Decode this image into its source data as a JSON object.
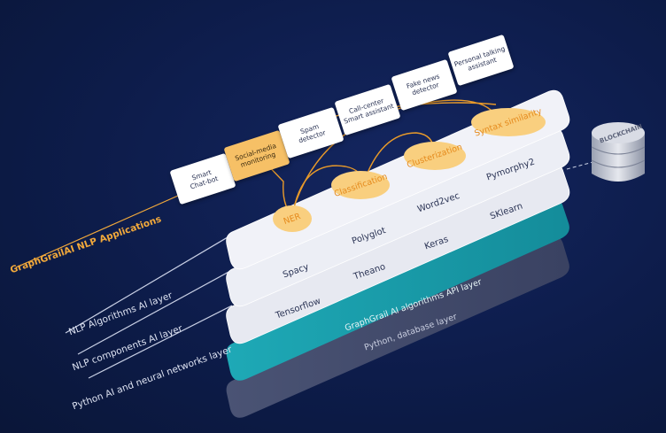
{
  "applications_title": "GraphGrailAI NLP Applications",
  "applications": [
    {
      "line1": "Smart",
      "line2": "Chat-bot"
    },
    {
      "line1": "Social-media",
      "line2": "monitoring"
    },
    {
      "line1": "Spam",
      "line2": "detector"
    },
    {
      "line1": "Call-center",
      "line2": "Smart assistant"
    },
    {
      "line1": "Fake news",
      "line2": "detector"
    },
    {
      "line1": "Personal talking",
      "line2": "assistant"
    }
  ],
  "algorithms": [
    "NER",
    "Classification",
    "Clusterization",
    "Syntax similarity"
  ],
  "layer_labels": {
    "algorithms": "NLP Algorithms AI layer",
    "components": "NLP components AI layer",
    "python": "Python AI and neural networks layer"
  },
  "components_tokens": [
    "Polyglot",
    "Word2vec",
    "Pymorphy2"
  ],
  "components_tokens_2": [
    "Spacy",
    "Theano",
    "Keras",
    "SKlearn"
  ],
  "python_tokens": [
    "Tensorflow"
  ],
  "api_layer": "GraphGrail AI algorithms API layer",
  "db_layer": "Python, database layer",
  "blockchain": "BLOCKCHAIN",
  "colors": {
    "background": "#0c1a45",
    "accent": "#f2a93b",
    "layer_white": "#eef0f7",
    "layer_teal": "#1aa3b0",
    "layer_gray": "#4d5677"
  }
}
